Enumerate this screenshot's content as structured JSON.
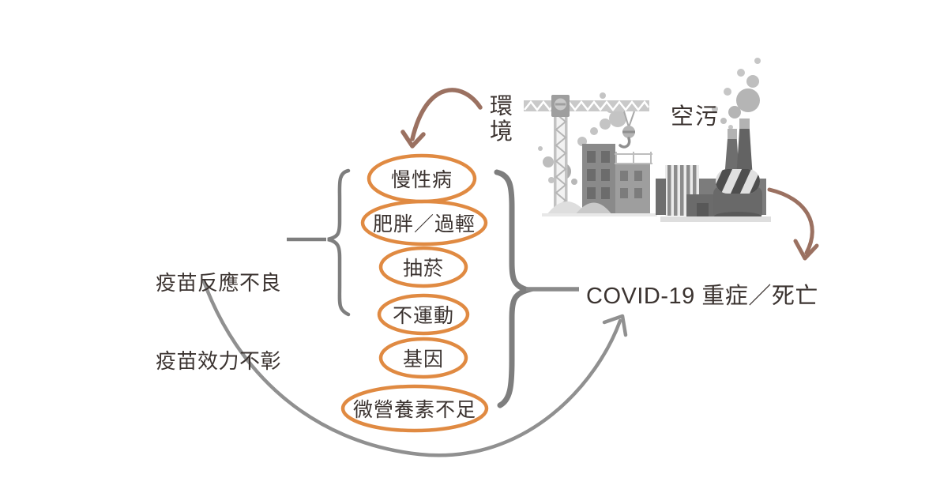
{
  "diagram": {
    "vaccine_effect": {
      "line1": "疫苗反應不良",
      "line2": "疫苗效力不彰"
    },
    "risk_factors": [
      "慢性病",
      "肥胖／過輕",
      "抽菸",
      "不運動",
      "基因",
      "微營養素不足"
    ],
    "environment": {
      "label": "環境"
    },
    "air_pollution": {
      "label": "空污"
    },
    "outcome": {
      "label": "COVID-19 重症／死亡"
    },
    "icons": [
      "construction-crane-icon",
      "buildings-icon",
      "dust-icon",
      "factory-icon",
      "smoke-icon",
      "left-brace-icon",
      "right-brace-icon",
      "environment-arrow-icon",
      "air-pollution-arrow-icon",
      "vaccine-outcome-arrow-icon"
    ],
    "colors": {
      "factor_outline_orange": "#E08A42",
      "arrow_brown": "#9B7161",
      "arrow_gray": "#909090",
      "brace_gray": "#7E7E7E",
      "text_dark": "#3B3330"
    }
  }
}
